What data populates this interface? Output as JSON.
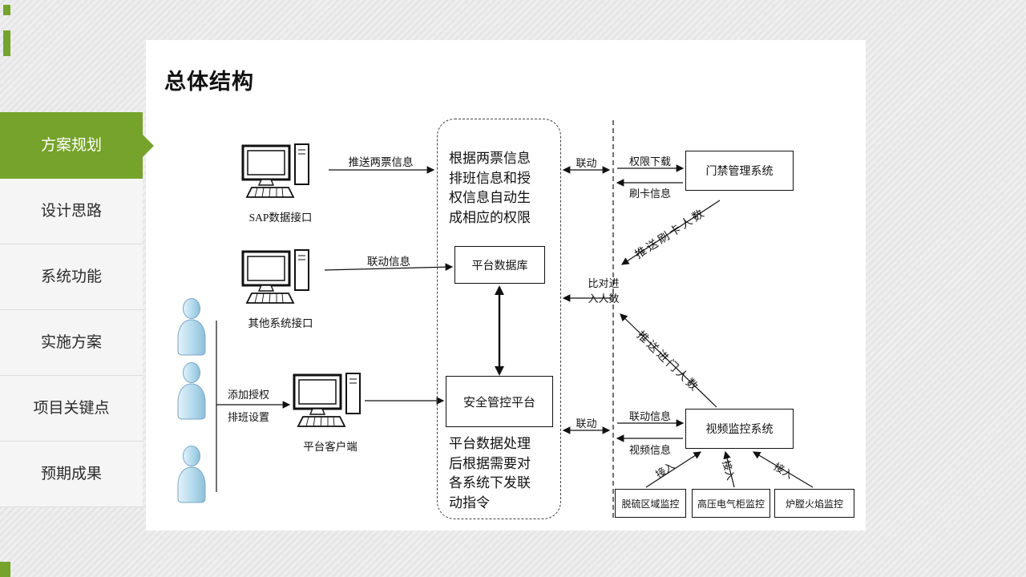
{
  "colors": {
    "accent_green": "#76a32c",
    "diagram_ink": "#111111"
  },
  "page": {
    "title": "总体结构"
  },
  "sidebar": {
    "items": [
      {
        "label": "方案规划",
        "active": true
      },
      {
        "label": "设计思路",
        "active": false
      },
      {
        "label": "系统功能",
        "active": false
      },
      {
        "label": "实施方案",
        "active": false
      },
      {
        "label": "项目关键点",
        "active": false
      },
      {
        "label": "预期成果",
        "active": false
      }
    ]
  },
  "diagram": {
    "nodes": {
      "sap": "SAP数据接口",
      "other": "其他系统接口",
      "client": "平台客户端",
      "db": "平台数据库",
      "platform": "安全管控平台",
      "access_control": "门禁管理系统",
      "video": "视频监控系统",
      "monitor1": "脱硫区域监控",
      "monitor2": "高压电气柜监控",
      "monitor3": "炉膛火焰监控"
    },
    "texts": {
      "gen_rule": "根据两票信息排班信息和授权信息自动生成相应的权限",
      "dispatch": "平台数据处理后根据需要对各系统下发联动指令"
    },
    "labels": {
      "push_tickets": "推送两票信息",
      "linkage_info_1": "联动信息",
      "add_auth": "添加授权",
      "shift_setting": "排班设置",
      "linkage_top": "联动",
      "perm_download": "权限下载",
      "card_info": "刷卡信息",
      "push_card_count": "推送刷卡人数",
      "compare_count": "比对进入人数",
      "push_entry_count": "推送进门人数",
      "linkage_bottom": "联动",
      "linkage_info_2": "联动信息",
      "video_info": "视频信息",
      "join_1": "接入",
      "join_2": "接入",
      "join_3": "接入"
    }
  }
}
